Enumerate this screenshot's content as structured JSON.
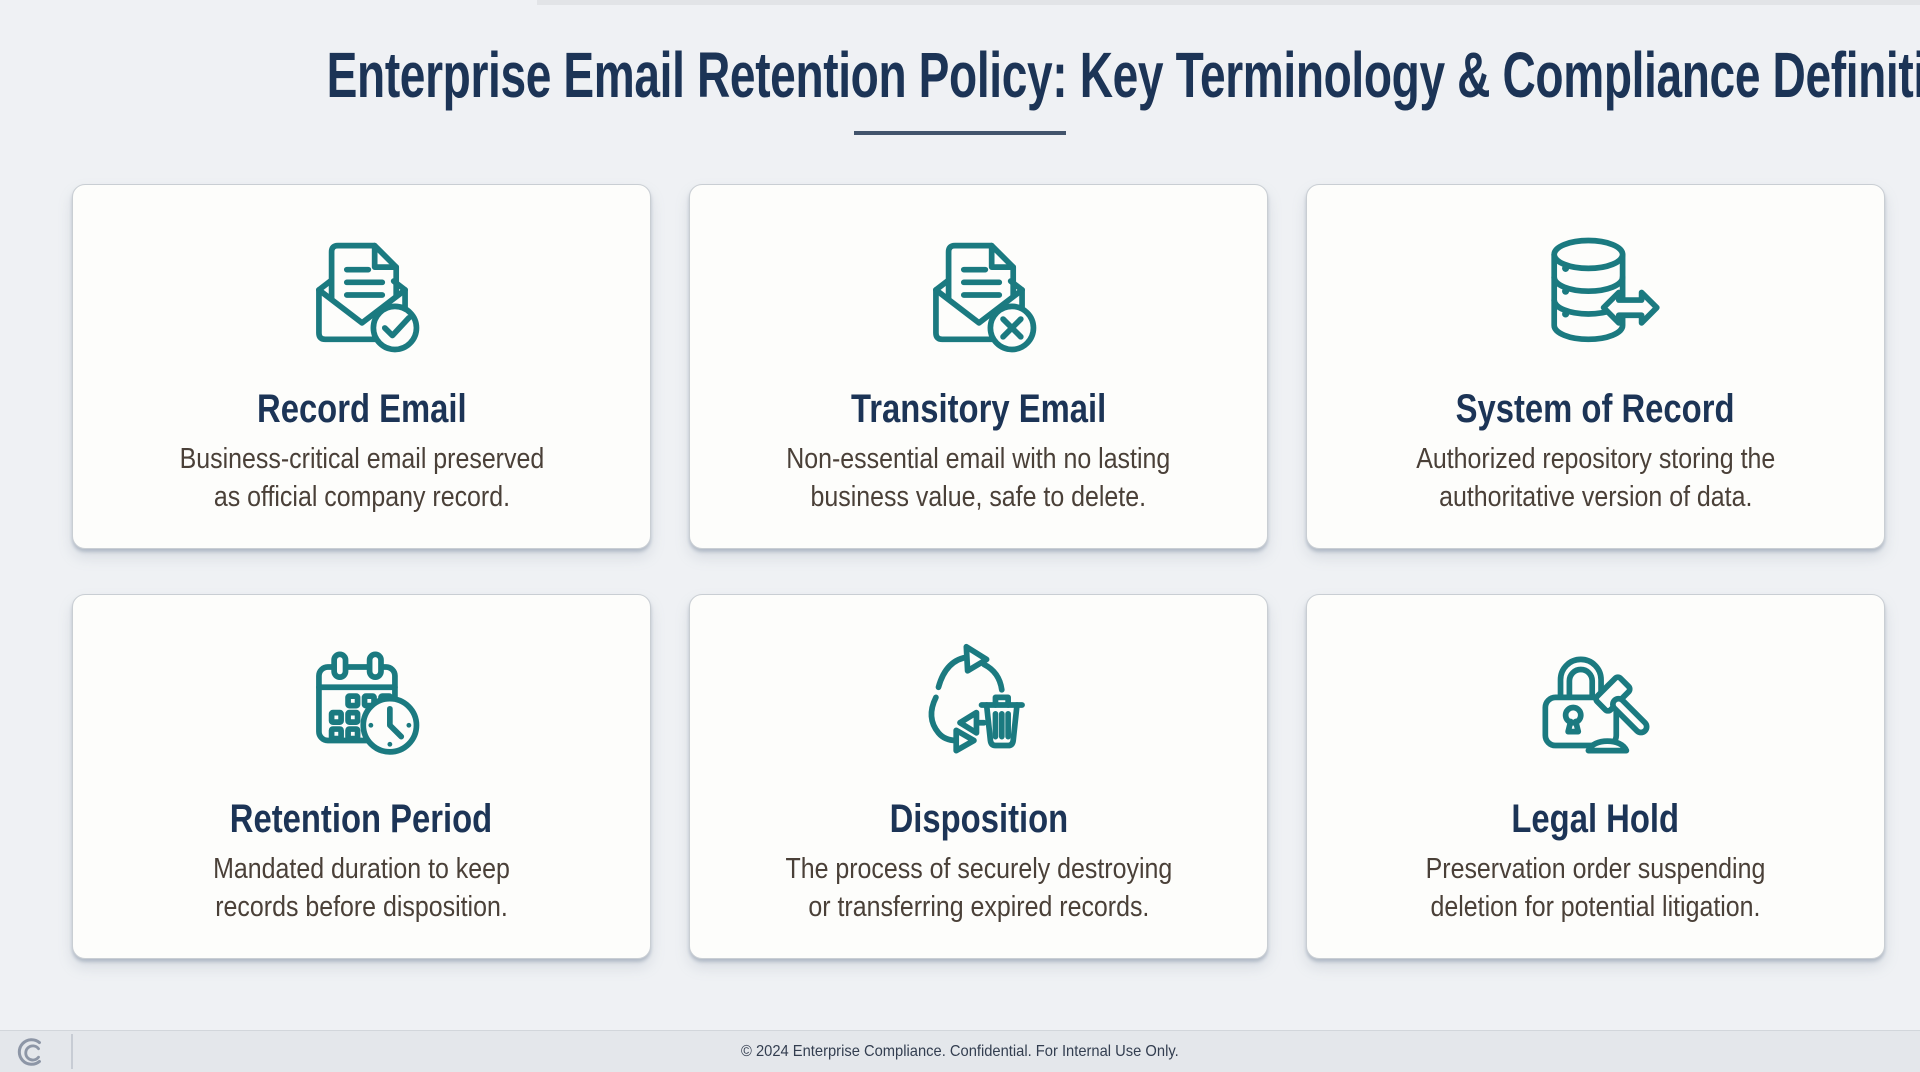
{
  "page": {
    "title": "Enterprise Email Retention Policy: Key Terminology & Compliance Definitions",
    "background_color": "#eff1f4",
    "accent_teal": "#1b7a80",
    "title_navy": "#1c3456",
    "body_text_color": "#4a4038"
  },
  "cards": [
    {
      "icon": "record-email-icon",
      "title": "Record Email",
      "description_lines": [
        "Business-critical email preserved",
        "as official company record."
      ]
    },
    {
      "icon": "transitory-email-icon",
      "title": "Transitory Email",
      "description_lines": [
        "Non-essential email with no lasting",
        "business value, safe to delete."
      ]
    },
    {
      "icon": "system-of-record-icon",
      "title": "System of Record",
      "description_lines": [
        "Authorized repository storing the",
        "authoritative version of data."
      ]
    },
    {
      "icon": "retention-period-icon",
      "title": "Retention Period",
      "description_lines": [
        "Mandated duration to keep",
        "records before disposition."
      ]
    },
    {
      "icon": "disposition-icon",
      "title": "Disposition",
      "description_lines": [
        "The process of securely destroying",
        "or transferring expired records."
      ]
    },
    {
      "icon": "legal-hold-icon",
      "title": "Legal Hold",
      "description_lines": [
        "Preservation order suspending",
        "deletion for potential litigation."
      ]
    }
  ],
  "footer": {
    "text": "© 2024 Enterprise Compliance. Confidential. For Internal Use Only.",
    "logo": "double-c-logo"
  }
}
